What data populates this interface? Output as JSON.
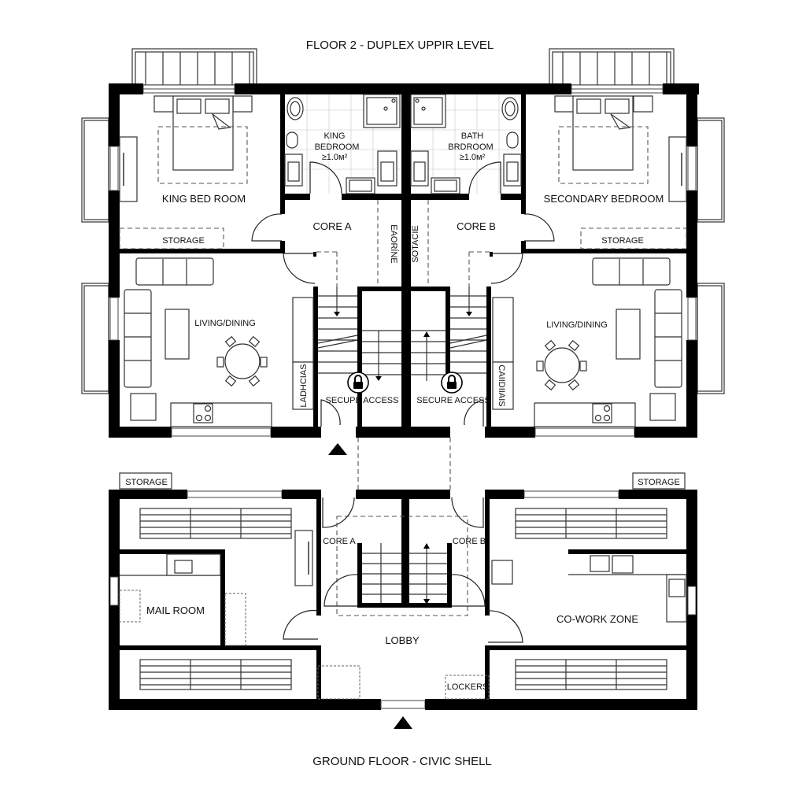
{
  "titles": {
    "upper": "FLOOR 2 - DUPLEX UPPIR LEVEL",
    "ground": "GROUND FLOOR - CIVIC SHELL"
  },
  "upper_floor": {
    "left_unit": {
      "bedroom": "KING BED ROOM",
      "storage": "STORAGE",
      "bath_label_line1": "KING",
      "bath_label_line2": "BEDROOM",
      "bath_area": "≥1.0м²",
      "living": "LIVING/DINING",
      "side_label": "LADHCIAS",
      "core": "CORE A",
      "core_side_label": "EAORÍNE",
      "secure": "SECUPE ACCESS"
    },
    "right_unit": {
      "bedroom": "SECONDARY BEDROOM",
      "storage": "STORAGE",
      "bath_label_line1": "BATH",
      "bath_label_line2": "BRDROOM",
      "bath_area": "≥1.0м²",
      "living": "LIVING/DINING",
      "side_label": "CAIIDIIAIS",
      "core": "CORE B",
      "core_side_label": "SOTACIE",
      "secure": "SECURE ACCESS"
    },
    "icons": [
      "lock-icon",
      "lock-icon",
      "north-arrow-icon"
    ]
  },
  "ground_floor": {
    "storage_left": "STORAGE",
    "storage_right": "STORAGE",
    "mail_room": "MAIL ROOM",
    "core_a": "CORE A",
    "core_b": "CORE B",
    "lobby": "LOBBY",
    "lockers": "LOCKERS",
    "cowork": "CO-WORK ZONE",
    "icons": [
      "entrance-arrow-icon"
    ]
  }
}
